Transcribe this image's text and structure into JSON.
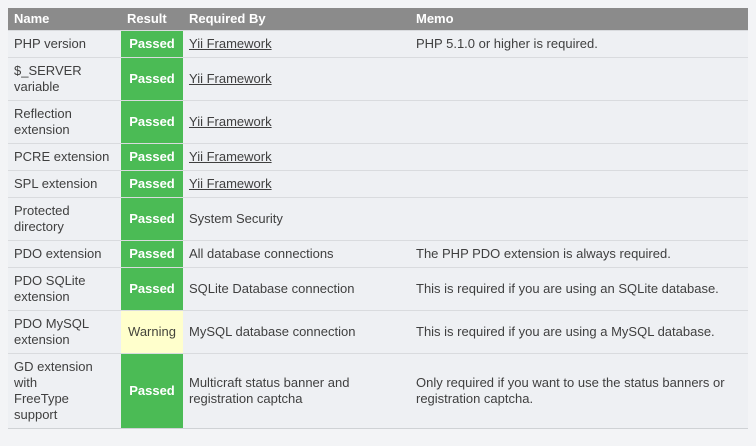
{
  "page": {
    "background": "#f3f4f6"
  },
  "table": {
    "header": {
      "name": "Name",
      "result": "Result",
      "required_by": "Required By",
      "memo": "Memo"
    },
    "colors": {
      "header_bg": "#8b8b8b",
      "row_bg": "#eef0f3",
      "passed_bg": "#4bbb55",
      "warning_bg": "#ffffcc",
      "text": "#3f3f3f"
    },
    "rows": [
      {
        "name": "PHP version",
        "result": "Passed",
        "status": "passed",
        "required_by": "Yii Framework",
        "memo": "PHP 5.1.0 or higher is required."
      },
      {
        "name": "$_SERVER\nvariable",
        "result": "Passed",
        "status": "passed",
        "required_by": "Yii Framework",
        "memo": ""
      },
      {
        "name": "Reflection\nextension",
        "result": "Passed",
        "status": "passed",
        "required_by": "Yii Framework",
        "memo": ""
      },
      {
        "name": "PCRE extension",
        "result": "Passed",
        "status": "passed",
        "required_by": "Yii Framework",
        "memo": ""
      },
      {
        "name": "SPL extension",
        "result": "Passed",
        "status": "passed",
        "required_by": "Yii Framework",
        "memo": ""
      },
      {
        "name": "Protected\ndirectory",
        "result": "Passed",
        "status": "passed",
        "required_by": "System Security",
        "memo": ""
      },
      {
        "name": "PDO extension",
        "result": "Passed",
        "status": "passed",
        "required_by": "All database connections",
        "memo": "The PHP PDO extension is always required."
      },
      {
        "name": "PDO SQLite\nextension",
        "result": "Passed",
        "status": "passed",
        "required_by": "SQLite Database connection",
        "memo": "This is required if you are using an SQLite database."
      },
      {
        "name": "PDO MySQL\nextension",
        "result": "Warning",
        "status": "warning",
        "required_by": "MySQL database connection",
        "memo": "This is required if you are using a MySQL database."
      },
      {
        "name": "GD extension\nwith\nFreeType\nsupport",
        "result": "Passed",
        "status": "passed",
        "required_by": "Multicraft status banner and\nregistration captcha",
        "memo": "Only required if you want to use the status banners or\nregistration captcha."
      }
    ]
  }
}
